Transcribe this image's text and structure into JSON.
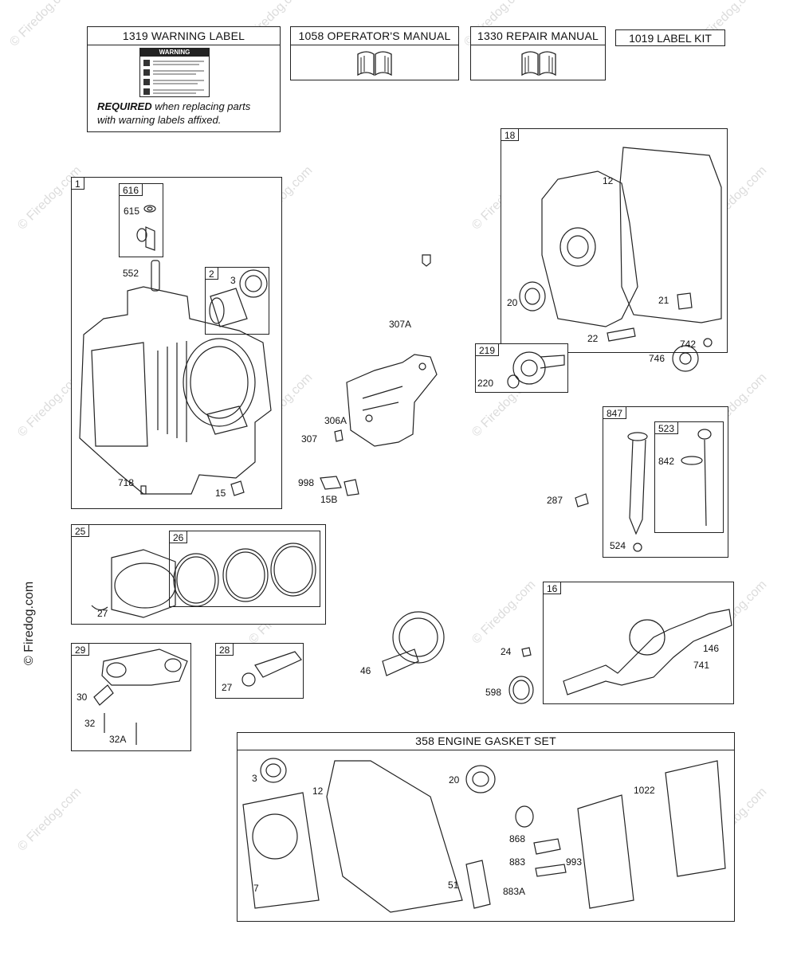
{
  "watermark": {
    "text": "© Firedog.com"
  },
  "manual_boxes": {
    "warning_label": {
      "title": "1319 WARNING LABEL",
      "required_bold": "REQUIRED",
      "required_rest": " when replacing parts",
      "required_line2": "with warning labels affixed.",
      "label_heading": "WARNING"
    },
    "operators_manual": {
      "title": "1058 OPERATOR'S MANUAL"
    },
    "repair_manual": {
      "title": "1330 REPAIR MANUAL"
    },
    "label_kit": {
      "title": "1019 LABEL KIT"
    }
  },
  "box_tags": {
    "b1": "1",
    "b616": "616",
    "b2": "2",
    "b18": "18",
    "b219": "219",
    "b847": "847",
    "b523": "523",
    "b25": "25",
    "b26": "26",
    "b16": "16",
    "b29": "29",
    "b28": "28"
  },
  "gasket_set": {
    "title": "358 ENGINE GASKET SET"
  },
  "part_labels": {
    "p615": "615",
    "p552": "552",
    "p3a": "3",
    "p718": "718",
    "p15": "15",
    "p12a": "12",
    "p20a": "20",
    "p21": "21",
    "p307A": "307A",
    "p306A": "306A",
    "p307": "307",
    "p998": "998",
    "p15B": "15B",
    "p220": "220",
    "p22": "22",
    "p742": "742",
    "p746": "746",
    "p842": "842",
    "p287": "287",
    "p524": "524",
    "p27a": "27",
    "p46": "46",
    "p24": "24",
    "p598": "598",
    "p146": "146",
    "p741": "741",
    "p30": "30",
    "p32": "32",
    "p32A": "32A",
    "p27b": "27",
    "p3b": "3",
    "p12b": "12",
    "p20b": "20",
    "p1022": "1022",
    "p868": "868",
    "p883": "883",
    "p993": "993",
    "p51": "51",
    "p883A": "883A",
    "p7": "7"
  }
}
